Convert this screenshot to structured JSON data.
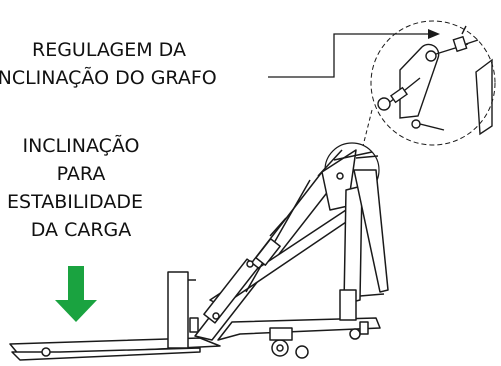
{
  "labels": {
    "adjust_line1": "REGULAGEM DA",
    "adjust_line2": "INCLINAÇÃO DO GRAFO",
    "stability_line1": "INCLINAÇÃO",
    "stability_line2": "PARA",
    "stability_line3": "ESTABILIDADE",
    "stability_line4": "DA CARGA"
  },
  "colors": {
    "arrow_fill": "#1aa340",
    "line": "#1a1a1a",
    "fill_light": "#ffffff"
  },
  "icons": {
    "down_arrow": "down-arrow-icon",
    "pointer_arrow": "pointer-arrow-icon"
  }
}
